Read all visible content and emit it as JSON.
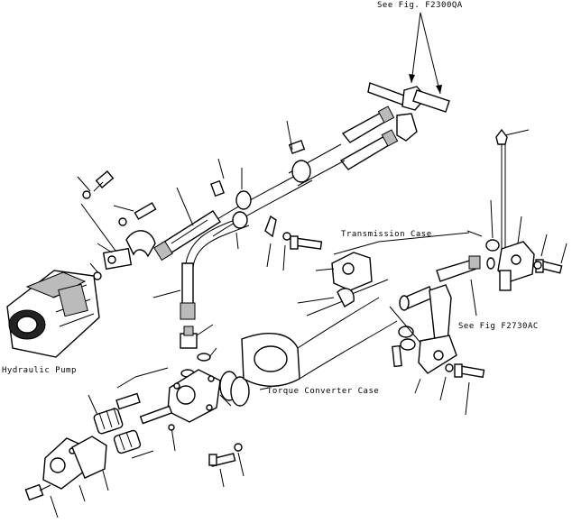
{
  "labels": {
    "see_fig_top": "See Fig. F2300QA",
    "transmission_case": "Transmission Case",
    "see_fig_right": "See Fig F2730AC",
    "hydraulic_pump": "Hydraulic Pump",
    "torque_converter_case": "Torque Converter Case"
  }
}
